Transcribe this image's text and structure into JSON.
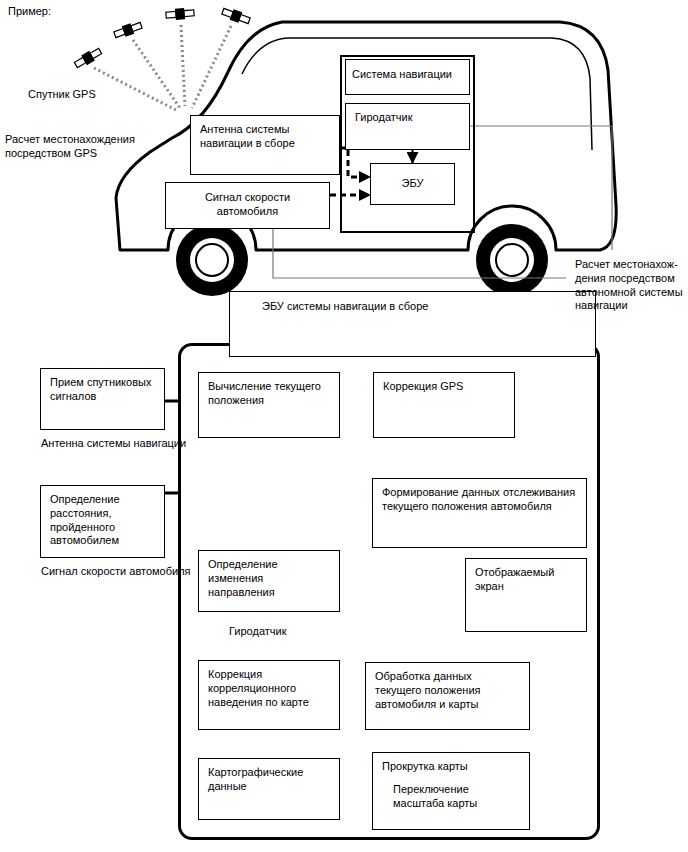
{
  "diagram": {
    "nodes": [
      {
        "text": [
          "Антенна системы навигации в сборе"
        ]
      },
      {
        "text": [
          "Сигнал скорости автомобиля"
        ]
      },
      {
        "text": [
          "Система навигации"
        ]
      },
      {
        "text": [
          "Гиродатчик"
        ],
        "in": 2
      },
      {
        "text": [
          "ЭБУ"
        ],
        "in": 2
      },
      {
        "text": [
          "ЭБУ системы навигации в сборе"
        ]
      },
      {
        "text": [
          "Вычисление текущего положения"
        ],
        "in": 5
      },
      {
        "text": [
          "Коррекция GPS"
        ],
        "in": 5
      },
      {
        "text": [
          "Формирование данных отслеживания текущего положения автомобиля"
        ],
        "in": 5
      },
      {
        "text": [
          "Определение изменения направления",
          "Гиродатчик"
        ],
        "in": 5
      },
      {
        "text": [
          "Отображаемый экран"
        ],
        "in": 5
      },
      {
        "text": [
          "Коррекция корреляционного наведения по карте"
        ],
        "in": 5
      },
      {
        "text": [
          "Обработка данных текущего положения автомобиля и карты"
        ],
        "in": 5
      },
      {
        "text": [
          "Картографические данные"
        ],
        "in": 5
      },
      {
        "text": [
          "Прокрутка карты",
          "Переключение масштаба карты"
        ],
        "in": 5
      },
      {
        "text": [
          "Прием спутниковых сигналов",
          "Антенна системы навигации"
        ]
      },
      {
        "text": [
          "Определение расстояния, пройденного автомобилем",
          "Сигнал скорости автомобиля"
        ]
      }
    ],
    "edges": [
      {
        "from": 3,
        "to": 4,
        "arrow": "to"
      },
      {
        "from": 0,
        "to": 4,
        "arrow": "to"
      },
      {
        "from": 1,
        "to": 4,
        "arrow": "to"
      },
      {
        "from": 15,
        "to": 6,
        "arrow": "to"
      },
      {
        "from": 6,
        "to": 7,
        "arrow": "to"
      },
      {
        "from": 7,
        "to": 8,
        "arrow": "to"
      },
      {
        "from": 16,
        "to": 8,
        "arrow": "to"
      },
      {
        "from": 9,
        "to": 8,
        "arrow": "to"
      },
      {
        "from": 11,
        "to": 8,
        "arrow": "to"
      },
      {
        "from": 8,
        "to": 12,
        "arrow": "to"
      },
      {
        "from": 12,
        "to": 10,
        "arrow": "to"
      },
      {
        "from": 13,
        "to": 11,
        "arrow": "to"
      },
      {
        "from": 13,
        "to": 14,
        "arrow": "to"
      },
      {
        "from": 14,
        "to": 12,
        "arrow": "to"
      }
    ],
    "labels": [
      "Пример:",
      "Спутник GPS",
      "Расчет местонахождения посредством GPS",
      "Расчет местонахож- дения посредством автономной системы навигации"
    ]
  }
}
